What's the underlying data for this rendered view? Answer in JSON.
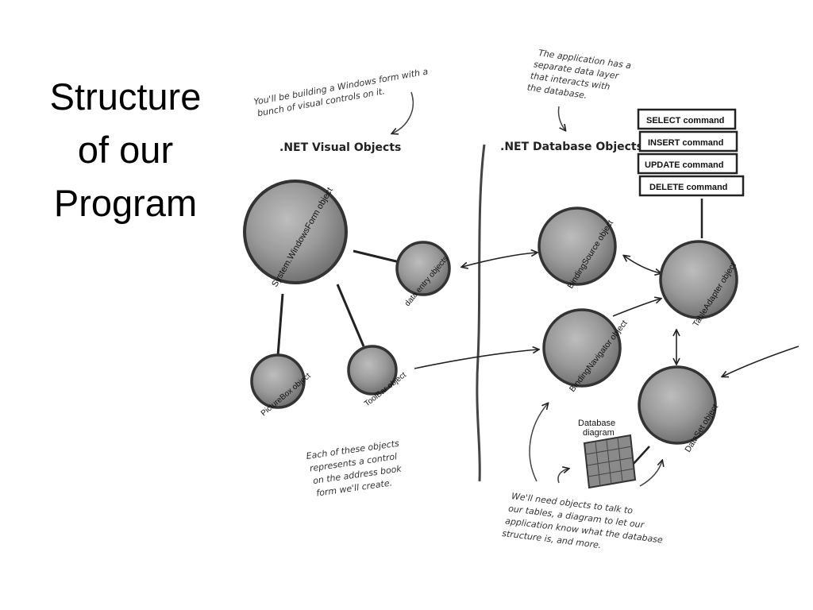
{
  "slide": {
    "title_lines": [
      "Structure",
      "of our",
      "Program"
    ]
  },
  "headings": {
    "visual": ".NET Visual Objects",
    "database": ".NET Database Objects"
  },
  "notes": {
    "windows_form": [
      "You'll be building a Windows form with a",
      "bunch of visual controls on it."
    ],
    "data_layer": [
      "The application has a",
      "separate data layer",
      "that interacts with",
      "the database."
    ],
    "each_object": [
      "Each of these objects",
      "represents a control",
      "on the address book",
      "form we'll create."
    ],
    "need_objects": [
      "We'll need objects to talk to",
      "our tables, a diagram to let our",
      "application know what the database",
      "structure is, and more."
    ]
  },
  "nodes": {
    "windows_form": "System.WindowsForm object",
    "data_entry": "data entry objects",
    "picturebox": "PictureBox object",
    "toolbar": "ToolBar object",
    "binding_source": "BindingSource object",
    "binding_navigator": "BindingNavigator object",
    "table_adapter": "TableAdapter object",
    "dataset": "DataSet object",
    "db_diagram": [
      "Database",
      "diagram"
    ]
  },
  "commands": [
    "SELECT command",
    "INSERT command",
    "UPDATE command",
    "DELETE command"
  ]
}
